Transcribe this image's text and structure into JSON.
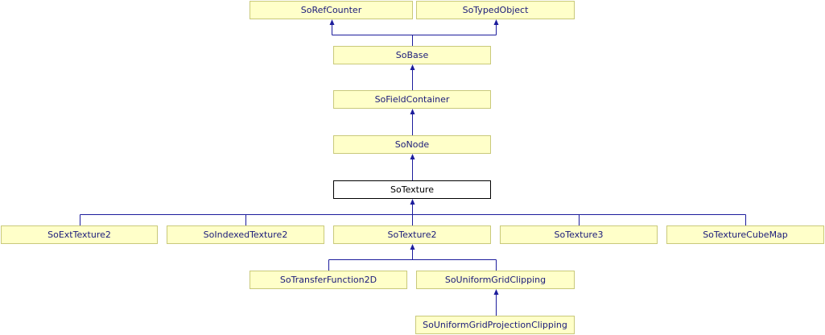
{
  "colors": {
    "node_fill": "#ffffc9",
    "node_border": "#c9c97a",
    "current_fill": "#ffffff",
    "current_border": "#000000",
    "edge": "#1c1c9c",
    "text": "#1a1a7a"
  },
  "nodes": {
    "sorefcounter": "SoRefCounter",
    "sotypedobject": "SoTypedObject",
    "sobase": "SoBase",
    "sofieldcontainer": "SoFieldContainer",
    "sonode": "SoNode",
    "sotexture": "SoTexture",
    "soexttexture2": "SoExtTexture2",
    "soindexedtexture2": "SoIndexedTexture2",
    "sotexture2": "SoTexture2",
    "sotexture3": "SoTexture3",
    "sotexturecubemap": "SoTextureCubeMap",
    "sotransferfunction2d": "SoTransferFunction2D",
    "souniformgridclipping": "SoUniformGridClipping",
    "souniformgridprojectionclipping": "SoUniformGridProjectionClipping"
  },
  "edges": [
    [
      "sobase",
      "sorefcounter"
    ],
    [
      "sobase",
      "sotypedobject"
    ],
    [
      "sofieldcontainer",
      "sobase"
    ],
    [
      "sonode",
      "sofieldcontainer"
    ],
    [
      "sotexture",
      "sonode"
    ],
    [
      "soexttexture2",
      "sotexture"
    ],
    [
      "soindexedtexture2",
      "sotexture"
    ],
    [
      "sotexture2",
      "sotexture"
    ],
    [
      "sotexture3",
      "sotexture"
    ],
    [
      "sotexturecubemap",
      "sotexture"
    ],
    [
      "sotransferfunction2d",
      "sotexture2"
    ],
    [
      "souniformgridclipping",
      "sotexture2"
    ],
    [
      "souniformgridprojectionclipping",
      "souniformgridclipping"
    ]
  ],
  "current": "sotexture"
}
